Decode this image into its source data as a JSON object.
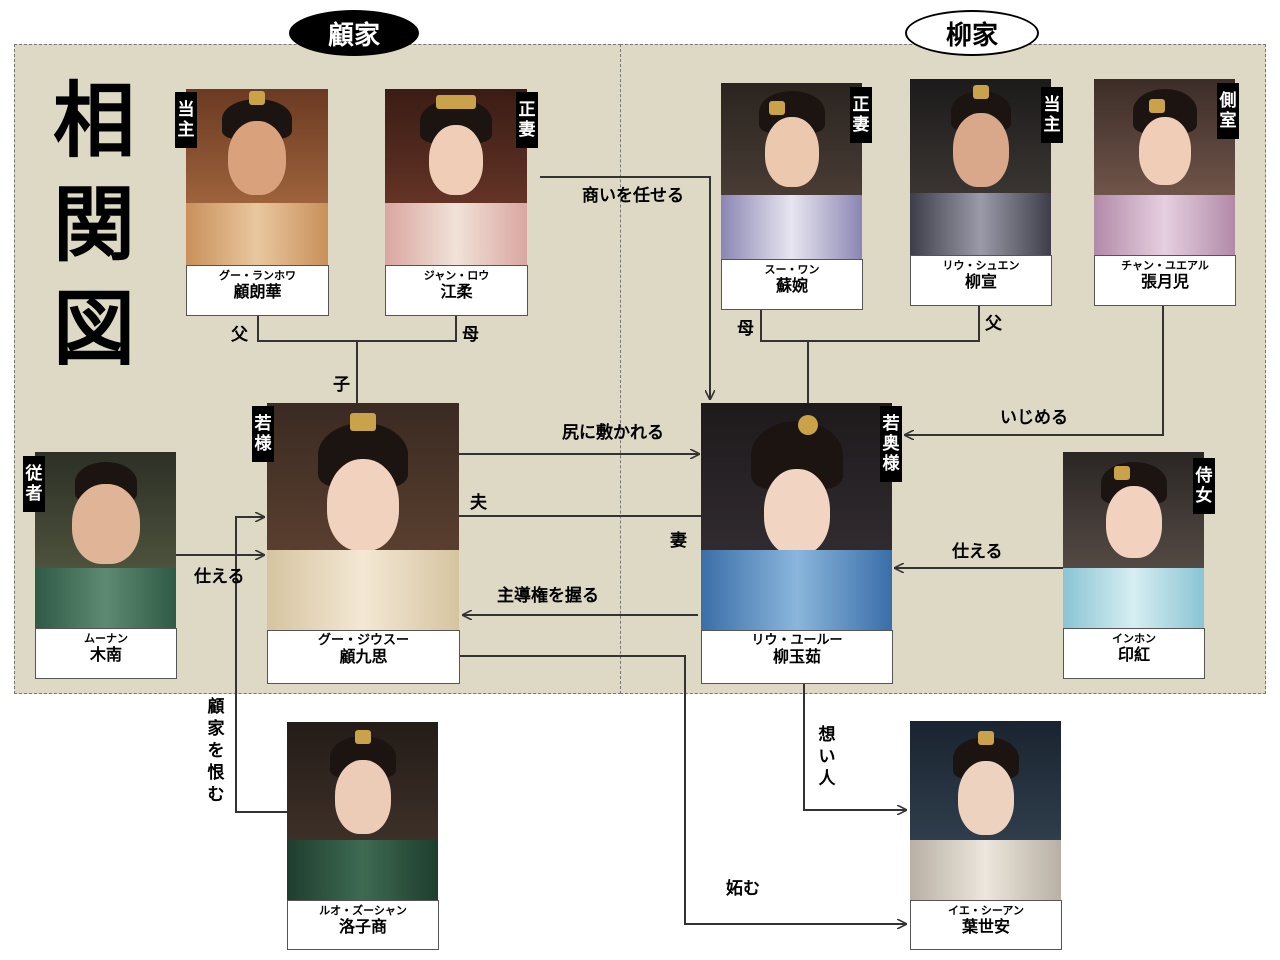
{
  "title": [
    "相",
    "関",
    "図"
  ],
  "houses": {
    "gu": "顧家",
    "liu": "柳家"
  },
  "people": {
    "gu_langhua": {
      "kana": "グー・ランホワ",
      "kanji": "顧朗華",
      "role": [
        "当",
        "主"
      ]
    },
    "jiang_rou": {
      "kana": "ジャン・ロウ",
      "kanji": "江柔",
      "role": [
        "正",
        "妻"
      ]
    },
    "su_wan": {
      "kana": "スー・ワン",
      "kanji": "蘇婉",
      "role": [
        "正",
        "妻"
      ]
    },
    "liu_xuan": {
      "kana": "リウ・シュエン",
      "kanji": "柳宣",
      "role": [
        "当",
        "主"
      ]
    },
    "zhang_yueer": {
      "kana": "チャン・ユエアル",
      "kanji": "張月児",
      "role": [
        "側",
        "室"
      ]
    },
    "gu_jiusi": {
      "kana": "グー・ジウスー",
      "kanji": "顧九思",
      "role": [
        "若",
        "様"
      ]
    },
    "liu_yuru": {
      "kana": "リウ・ユールー",
      "kanji": "柳玉茹",
      "role": [
        "若",
        "奥",
        "様"
      ]
    },
    "munan": {
      "kana": "ムーナン",
      "kanji": "木南",
      "role": [
        "従",
        "者"
      ]
    },
    "yinhong": {
      "kana": "インホン",
      "kanji": "印紅",
      "role": [
        "侍",
        "女"
      ]
    },
    "luo_zishang": {
      "kana": "ルオ・ズーシャン",
      "kanji": "洛子商"
    },
    "ye_shian": {
      "kana": "イエ・シーアン",
      "kanji": "葉世安"
    }
  },
  "relations": {
    "father_gu": "父",
    "mother_gu": "母",
    "child": "子",
    "mother_liu": "母",
    "father_liu": "父",
    "entrust_business": "商いを任せる",
    "henpecked": "尻に敷かれる",
    "husband": "夫",
    "wife": "妻",
    "take_lead": "主導権を握る",
    "bully": "いじめる",
    "serve_munan": "仕える",
    "serve_yinhong": "仕える",
    "hate_gu": [
      "顧",
      "家",
      "を",
      "恨",
      "む"
    ],
    "beloved": [
      "想",
      "い",
      "人"
    ],
    "envy": "妬む"
  },
  "colors": {
    "panel": "#ddd9c4",
    "line": "#333333"
  }
}
